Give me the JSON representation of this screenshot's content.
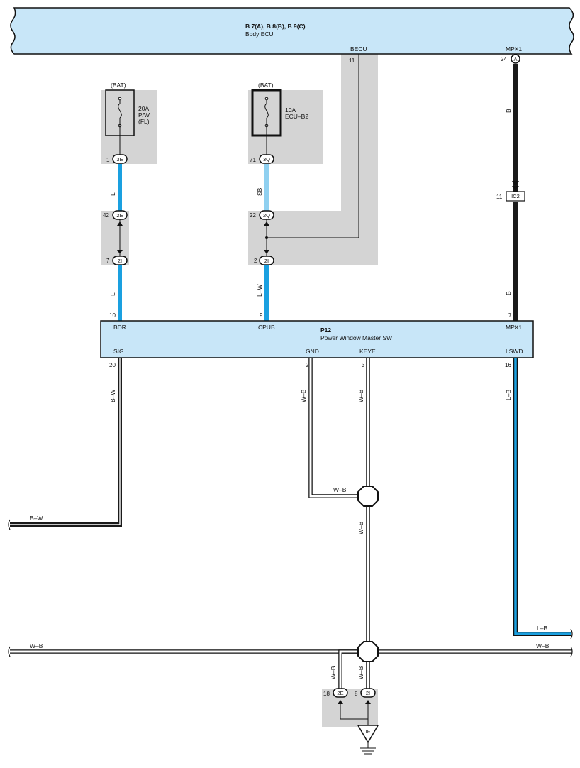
{
  "body_ecu": {
    "code": "B 7(A), B 8(B), B 9(C)",
    "name": "Body ECU",
    "becu_label": "BECU",
    "becu_pin": "11",
    "mpx1_label": "MPX1",
    "mpx1_pin": "24",
    "mpx1_conn": "A"
  },
  "fuse_pw": {
    "source": "(BAT)",
    "rating": "20A",
    "name1": "P/W",
    "name2": "(FL)"
  },
  "fuse_ecu": {
    "source": "(BAT)",
    "rating": "10A",
    "name": "ECU–B2"
  },
  "connectors": {
    "c3e": {
      "pin": "1",
      "code": "3E"
    },
    "c3q": {
      "pin": "71",
      "code": "3Q"
    },
    "c2e_top": {
      "pin": "42",
      "code": "2E"
    },
    "c2i_left": {
      "pin": "7",
      "code": "2I"
    },
    "c2q": {
      "pin": "22",
      "code": "2Q"
    },
    "c2i_mid": {
      "pin": "2",
      "code": "2I"
    },
    "cic2": {
      "pin": "11",
      "code": "IC2"
    },
    "c2e_bot": {
      "pin": "18",
      "code": "2E"
    },
    "c2i_bot": {
      "pin": "8",
      "code": "2I"
    }
  },
  "ground": {
    "code": "IF"
  },
  "master_sw": {
    "code": "P12",
    "name": "Power Window Master SW",
    "pins": {
      "bdr": {
        "label": "BDR",
        "num": "10"
      },
      "cpub": {
        "label": "CPUB",
        "num": "9"
      },
      "mpx1": {
        "label": "MPX1",
        "num": "7"
      },
      "sig": {
        "label": "SIG",
        "num": "20"
      },
      "gnd": {
        "label": "GND",
        "num": "2"
      },
      "keye": {
        "label": "KEYE",
        "num": "3"
      },
      "lswd": {
        "label": "LSWD",
        "num": "16"
      }
    }
  },
  "wires": {
    "l_top": "L",
    "l_bottom": "L",
    "sb": "SB",
    "lw": "L–W",
    "b_top": "B",
    "b_bottom": "B",
    "bw_vert": "B–W",
    "bw_horiz": "B–W",
    "wb_gnd": "W–B",
    "wb_keye": "W–B",
    "wb_junction": "W–B",
    "wb_mid": "W–B",
    "lb_vert": "L–B",
    "lb_horiz": "L–B",
    "wb_left": "W–B",
    "wb_right": "W–B",
    "wb_to2e": "W–B",
    "wb_to2i": "W–B"
  },
  "colors": {
    "wire_l": "#1aa0e0",
    "wire_sb": "#8fd0f0",
    "wire_lb": "#1aa0e0",
    "wire_b": "#1a1a1a",
    "ecu_fill": "#c8e6f8",
    "shade": "#d4d4d4"
  }
}
